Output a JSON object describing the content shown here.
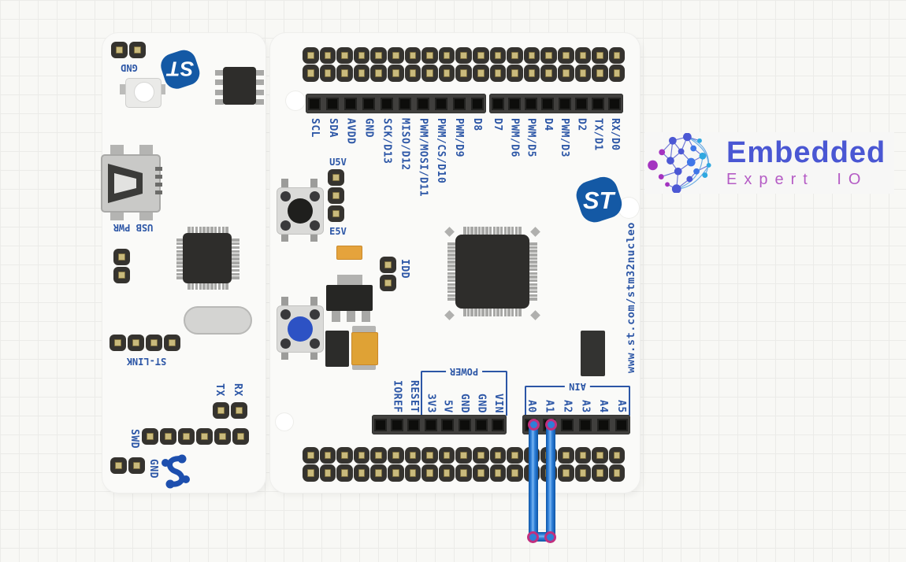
{
  "brand": {
    "title": "Embedded",
    "subtitle": "Expert IO",
    "title_color": "#4a57d3",
    "subtitle_color": "#b55cc5"
  },
  "board": {
    "url": "www.st.com/stm32nucleo",
    "st_logo_text": "ST",
    "label_color": "#2c56a6",
    "wire_color": "#2e7fd8",
    "wire_connector_color": "#c0307f"
  },
  "stlink_section": {
    "gnd_top_label": "GND",
    "usb_pwr_label": "USB PWR",
    "st_link_label": "ST-LINK",
    "tx_label": "TX",
    "rx_label": "RX",
    "swd_label": "SWD",
    "gnd_bottom_label": "GND"
  },
  "headers": {
    "digital_left": [
      "SCL",
      "SDA",
      "AVDD",
      "GND",
      "SCK/D13",
      "MISO/D12",
      "PWM/MOSI/D11",
      "PWM/CS/D10",
      "PWM/D9",
      "D8"
    ],
    "digital_right": [
      "D7",
      "PWM/D6",
      "PWM/D5",
      "D4",
      "PWM/D3",
      "D2",
      "TX/D1",
      "RX/D0"
    ],
    "power_group_label": "POWER",
    "power_pins": [
      "",
      "IOREF",
      "RESET",
      "3V3",
      "5V",
      "GND",
      "GND",
      "VIN"
    ],
    "analog_group_label": "AIN",
    "analog_pins": [
      "A0",
      "A1",
      "A2",
      "A3",
      "A4",
      "A5"
    ],
    "u5v_label": "U5V",
    "e5v_label": "E5V",
    "idd_label": "IDD"
  },
  "wires": {
    "endpoints": [
      "A0",
      "A1"
    ]
  }
}
